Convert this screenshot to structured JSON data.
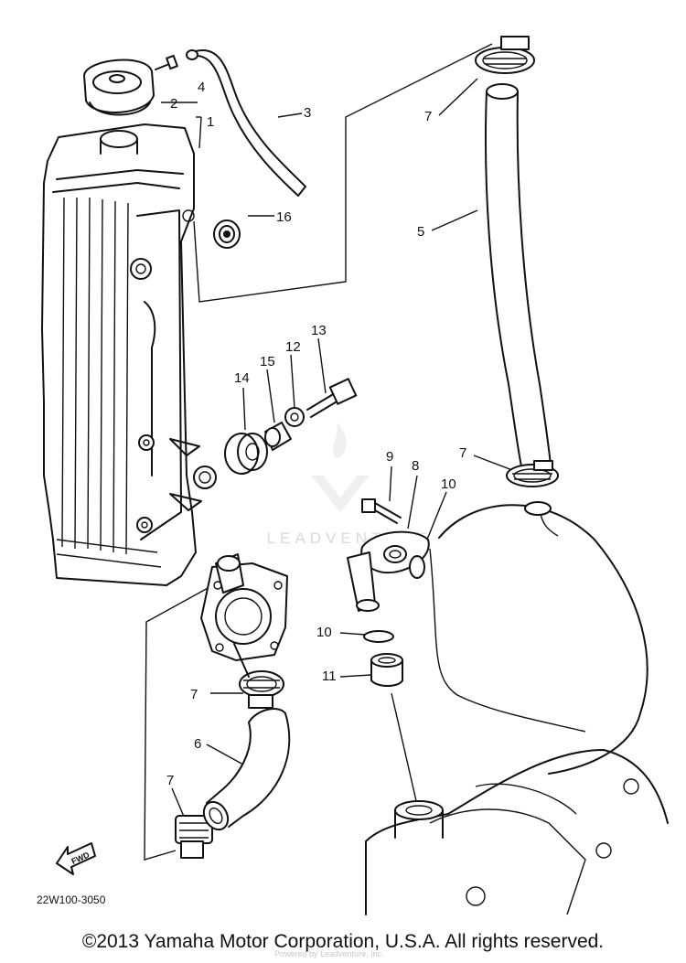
{
  "diagram": {
    "callouts": [
      {
        "id": "c1",
        "label": "1"
      },
      {
        "id": "c2",
        "label": "2"
      },
      {
        "id": "c3",
        "label": "3"
      },
      {
        "id": "c4",
        "label": "4"
      },
      {
        "id": "c5",
        "label": "5"
      },
      {
        "id": "c6",
        "label": "6"
      },
      {
        "id": "c7a",
        "label": "7"
      },
      {
        "id": "c7b",
        "label": "7"
      },
      {
        "id": "c7c",
        "label": "7"
      },
      {
        "id": "c7d",
        "label": "7"
      },
      {
        "id": "c8",
        "label": "8"
      },
      {
        "id": "c9",
        "label": "9"
      },
      {
        "id": "c10a",
        "label": "10"
      },
      {
        "id": "c10b",
        "label": "10"
      },
      {
        "id": "c11",
        "label": "11"
      },
      {
        "id": "c12",
        "label": "12"
      },
      {
        "id": "c13",
        "label": "13"
      },
      {
        "id": "c14",
        "label": "14"
      },
      {
        "id": "c15",
        "label": "15"
      },
      {
        "id": "c16",
        "label": "16"
      }
    ],
    "fwd_label": "FWD",
    "drawing_code": "22W100-3050",
    "watermark": "LEADVENTURE",
    "watermark_small": "Powered by Leadventure, Inc."
  },
  "copyright": "©2013 Yamaha Motor Corporation, U.S.A. All rights reserved."
}
